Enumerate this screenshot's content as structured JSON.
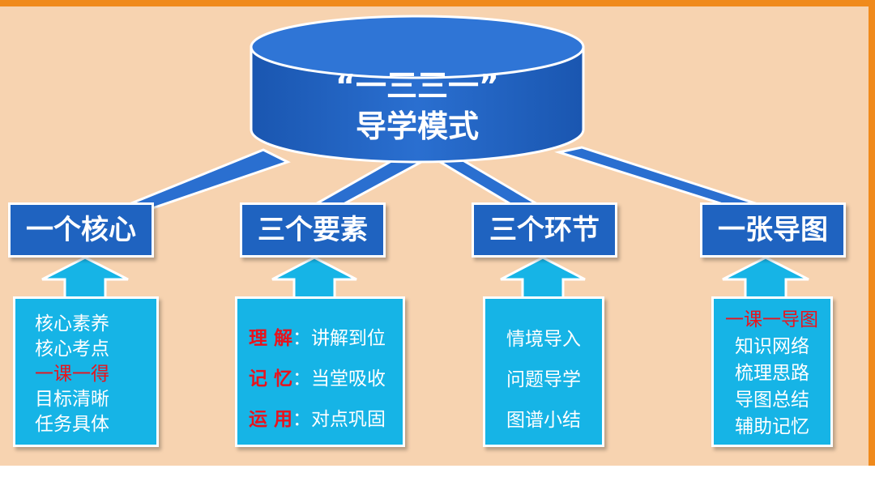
{
  "title": {
    "line1": "“一三三一”",
    "line2": "导学模式"
  },
  "branches": [
    {
      "heading": "一个核心",
      "items": [
        {
          "text": "核心素养"
        },
        {
          "text": "核心考点"
        },
        {
          "text": "一课一得",
          "highlight": true
        },
        {
          "text": "目标清晰"
        },
        {
          "text": "任务具体"
        }
      ]
    },
    {
      "heading": "三个要素",
      "items": [
        {
          "key": "理 解",
          "sep": "：",
          "text": "讲解到位"
        },
        {
          "key": "记 忆",
          "sep": "：",
          "text": "当堂吸收"
        },
        {
          "key": "运 用",
          "sep": "：",
          "text": "对点巩固"
        }
      ]
    },
    {
      "heading": "三个环节",
      "items": [
        {
          "text": "情境导入"
        },
        {
          "text": "问题导学"
        },
        {
          "text": "图谱小结"
        }
      ]
    },
    {
      "heading": "一张导图",
      "items": [
        {
          "text": "一课一导图",
          "highlight": true
        },
        {
          "text": "知识网络"
        },
        {
          "text": "梳理思路"
        },
        {
          "text": "导图总结"
        },
        {
          "text": "辅助记忆"
        }
      ]
    }
  ],
  "colors": {
    "background": "#f7d3b0",
    "border_accent": "#f08a1c",
    "heading_fill": "#1f63c0",
    "box_fill": "#16b4e6",
    "arrow_fill": "#16b4e6",
    "highlight_text": "#e8131d"
  }
}
